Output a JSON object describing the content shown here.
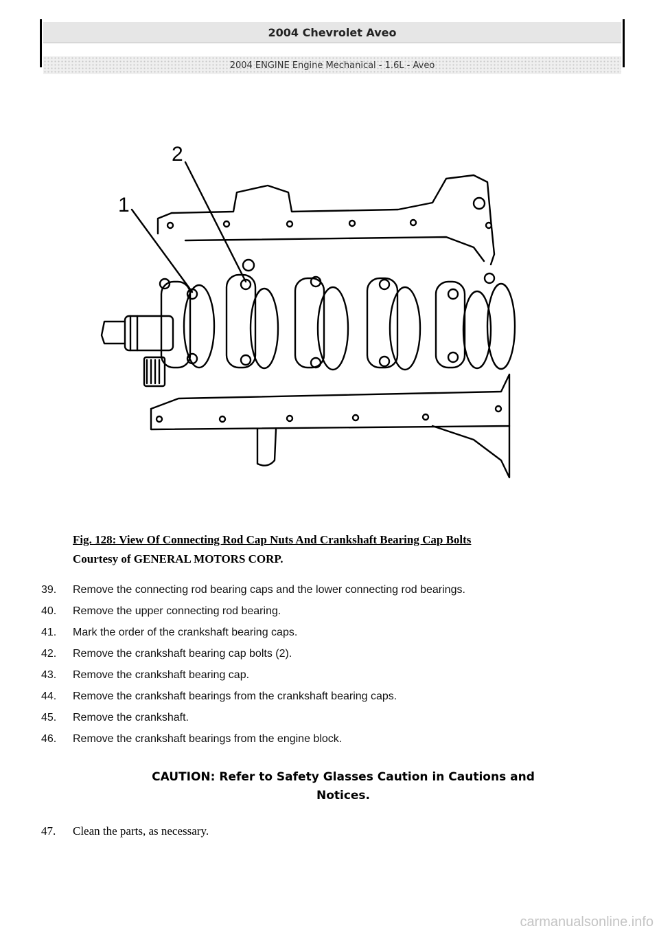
{
  "header": {
    "title": "2004 Chevrolet Aveo",
    "subtitle": "2004 ENGINE Engine Mechanical - 1.6L - Aveo"
  },
  "figure": {
    "callouts": [
      "1",
      "2"
    ]
  },
  "caption": {
    "title": "Fig. 128: View Of Connecting Rod Cap Nuts And Crankshaft Bearing Cap Bolts",
    "credit": "Courtesy of GENERAL MOTORS CORP."
  },
  "steps": [
    {
      "num": "39.",
      "text": "Remove the connecting rod bearing caps and the lower connecting rod bearings."
    },
    {
      "num": "40.",
      "text": "Remove the upper connecting rod bearing."
    },
    {
      "num": "41.",
      "text": "Mark the order of the crankshaft bearing caps."
    },
    {
      "num": "42.",
      "text": "Remove the crankshaft bearing cap bolts (2)."
    },
    {
      "num": "43.",
      "text": "Remove the crankshaft bearing cap."
    },
    {
      "num": "44.",
      "text": "Remove the crankshaft bearings from the crankshaft bearing caps."
    },
    {
      "num": "45.",
      "text": "Remove the crankshaft."
    },
    {
      "num": "46.",
      "text": "Remove the crankshaft bearings from the engine block."
    }
  ],
  "caution": {
    "line1": "CAUTION: Refer to Safety Glasses Caution in Cautions and",
    "line2": "Notices."
  },
  "final_step": {
    "num": "47.",
    "text": "Clean the parts, as necessary."
  },
  "watermark": "carmanualsonline.info"
}
